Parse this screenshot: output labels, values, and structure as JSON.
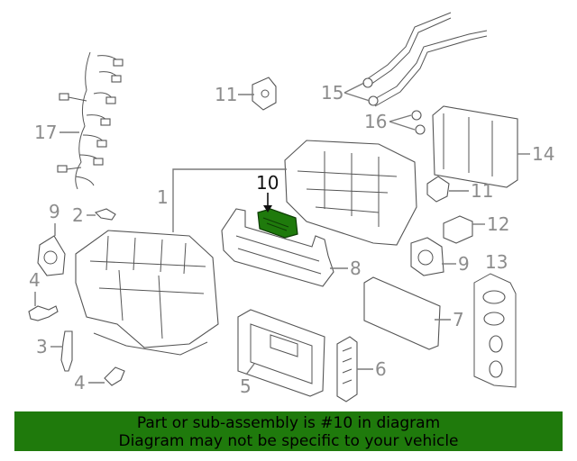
{
  "callouts": {
    "c1": "1",
    "c2": "2",
    "c3": "3",
    "c4a": "4",
    "c4b": "4",
    "c5": "5",
    "c6": "6",
    "c7": "7",
    "c8": "8",
    "c9a": "9",
    "c9b": "9",
    "c10": "10",
    "c11a": "11",
    "c11b": "11",
    "c12": "12",
    "c13": "13",
    "c14": "14",
    "c15": "15",
    "c16": "16",
    "c17": "17"
  },
  "highlight_color": "#1f7a0c",
  "banner": {
    "line1": "Part or sub-assembly is #10 in diagram",
    "line2": "Diagram may not be specific to your vehicle"
  }
}
